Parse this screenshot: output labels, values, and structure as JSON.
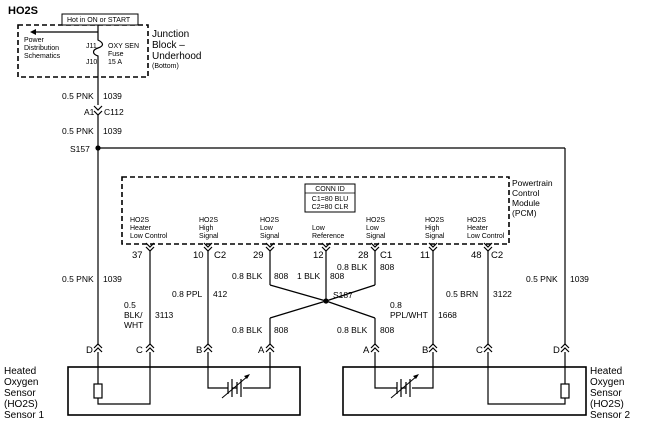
{
  "title": "HO2S",
  "junction": {
    "hot_label": "Hot in ON or START",
    "left_text": [
      "Power",
      "Distribution",
      "Schematics"
    ],
    "block_name": [
      "Junction",
      "Block –",
      "Underhood"
    ],
    "block_sub": "(Bottom)",
    "pin_top": "J11",
    "pin_bottom": "J10",
    "fuse_lines": [
      "OXY SEN",
      "Fuse",
      "15 A"
    ]
  },
  "feed": {
    "wire1_size_color": "0.5 PNK",
    "wire1_circuit": "1039",
    "connector_pin": "A1",
    "connector_id": "C112",
    "wire2_size_color": "0.5 PNK",
    "wire2_circuit": "1039",
    "splice": "S157"
  },
  "pcm": {
    "name": [
      "Powertrain",
      "Control",
      "Module",
      "(PCM)"
    ],
    "conn_title": "CONN ID",
    "conn_c1": "C1=80 BLU",
    "conn_c2": "C2=80 CLR",
    "functions": [
      [
        "HO2S",
        "Heater",
        "Low Control"
      ],
      [
        "HO2S",
        "High",
        "Signal"
      ],
      [
        "HO2S",
        "Low",
        "Signal"
      ],
      [
        "Low",
        "Reference"
      ],
      [
        "HO2S",
        "Low",
        "Signal"
      ],
      [
        "HO2S",
        "High",
        "Signal"
      ],
      [
        "HO2S",
        "Heater",
        "Low Control"
      ]
    ],
    "pins": [
      "37",
      "10",
      "C2",
      "29",
      "12",
      "28",
      "C1",
      "11",
      "48",
      "C2"
    ]
  },
  "wires": {
    "left_feed_size": "0.5 PNK",
    "left_feed_circuit": "1039",
    "right_feed_size": "0.5 PNK",
    "right_feed_circuit": "1039",
    "w37_size": [
      "0.5",
      "BLK/",
      "WHT"
    ],
    "w37_circuit": "3113",
    "w10_size": "0.8 PPL",
    "w10_circuit": "412",
    "w29_size": "0.8 BLK",
    "w29_circuit": "808",
    "w12_size": "1 BLK",
    "w12_circuit": "808",
    "w28_size": "0.8 BLK",
    "w28_circuit": "808",
    "splice": "S187",
    "w11_size": [
      "0.8",
      "PPL/WHT"
    ],
    "w11_circuit": "1668",
    "w48_size": "0.5 BRN",
    "w48_circuit": "3122",
    "s1a_size": "0.8 BLK",
    "s1a_circuit": "808",
    "s2a_size": "0.8 BLK",
    "s2a_circuit": "808"
  },
  "sensor1": {
    "name": [
      "Heated",
      "Oxygen",
      "Sensor",
      "(HO2S)",
      "Sensor 1"
    ],
    "pins": [
      "D",
      "C",
      "B",
      "A"
    ]
  },
  "sensor2": {
    "name": [
      "Heated",
      "Oxygen",
      "Sensor",
      "(HO2S)",
      "Sensor 2"
    ],
    "pins": [
      "A",
      "B",
      "C",
      "D"
    ]
  }
}
